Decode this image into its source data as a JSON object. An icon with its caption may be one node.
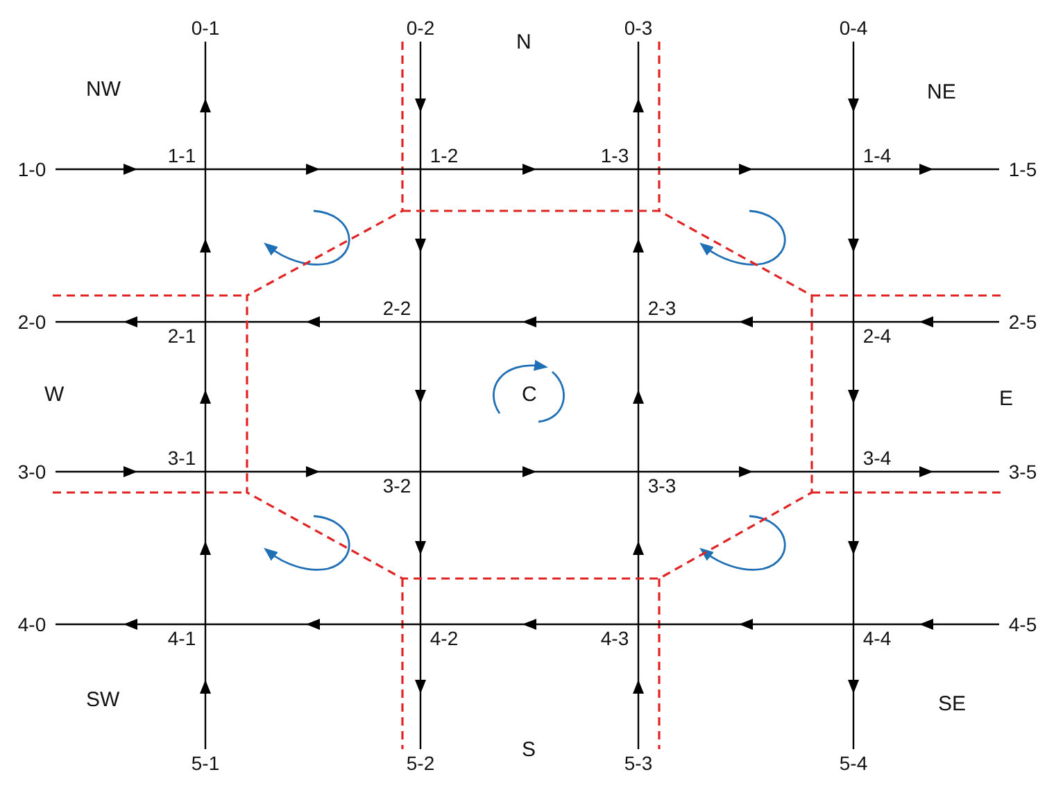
{
  "diagram": {
    "nodes": [
      {
        "text": [
          "0-1"
        ]
      },
      {
        "text": [
          "0-2"
        ]
      },
      {
        "text": [
          "0-3"
        ]
      },
      {
        "text": [
          "0-4"
        ]
      },
      {
        "text": [
          "1-0"
        ]
      },
      {
        "text": [
          "1-1"
        ]
      },
      {
        "text": [
          "1-2"
        ]
      },
      {
        "text": [
          "1-3"
        ]
      },
      {
        "text": [
          "1-4"
        ]
      },
      {
        "text": [
          "1-5"
        ]
      },
      {
        "text": [
          "C"
        ]
      },
      {
        "text": [
          "2-0"
        ]
      },
      {
        "text": [
          "2-1"
        ]
      },
      {
        "text": [
          "2-2"
        ],
        "in": 10
      },
      {
        "text": [
          "2-3"
        ],
        "in": 10
      },
      {
        "text": [
          "2-4"
        ]
      },
      {
        "text": [
          "2-5"
        ]
      },
      {
        "text": [
          "3-0"
        ]
      },
      {
        "text": [
          "3-1"
        ]
      },
      {
        "text": [
          "3-2"
        ],
        "in": 10
      },
      {
        "text": [
          "3-3"
        ],
        "in": 10
      },
      {
        "text": [
          "3-4"
        ]
      },
      {
        "text": [
          "3-5"
        ]
      },
      {
        "text": [
          "4-0"
        ]
      },
      {
        "text": [
          "4-1"
        ]
      },
      {
        "text": [
          "4-2"
        ]
      },
      {
        "text": [
          "4-3"
        ]
      },
      {
        "text": [
          "4-4"
        ]
      },
      {
        "text": [
          "4-5"
        ]
      },
      {
        "text": [
          "5-1"
        ]
      },
      {
        "text": [
          "5-2"
        ]
      },
      {
        "text": [
          "5-3"
        ]
      },
      {
        "text": [
          "5-4"
        ]
      }
    ],
    "edges": [
      {
        "from": 4,
        "to": 5,
        "arrow": "to"
      },
      {
        "from": 5,
        "to": 6,
        "arrow": "to"
      },
      {
        "from": 6,
        "to": 7,
        "arrow": "to"
      },
      {
        "from": 7,
        "to": 8,
        "arrow": "to"
      },
      {
        "from": 8,
        "to": 9,
        "arrow": "to"
      },
      {
        "from": 16,
        "to": 15,
        "arrow": "to"
      },
      {
        "from": 15,
        "to": 14,
        "arrow": "to"
      },
      {
        "from": 14,
        "to": 13,
        "arrow": "to"
      },
      {
        "from": 13,
        "to": 12,
        "arrow": "to"
      },
      {
        "from": 12,
        "to": 11,
        "arrow": "to"
      },
      {
        "from": 17,
        "to": 18,
        "arrow": "to"
      },
      {
        "from": 18,
        "to": 19,
        "arrow": "to"
      },
      {
        "from": 19,
        "to": 20,
        "arrow": "to"
      },
      {
        "from": 20,
        "to": 21,
        "arrow": "to"
      },
      {
        "from": 21,
        "to": 22,
        "arrow": "to"
      },
      {
        "from": 28,
        "to": 27,
        "arrow": "to"
      },
      {
        "from": 27,
        "to": 26,
        "arrow": "to"
      },
      {
        "from": 26,
        "to": 25,
        "arrow": "to"
      },
      {
        "from": 25,
        "to": 24,
        "arrow": "to"
      },
      {
        "from": 24,
        "to": 23,
        "arrow": "to"
      },
      {
        "from": 29,
        "to": 24,
        "arrow": "to"
      },
      {
        "from": 24,
        "to": 18,
        "arrow": "to"
      },
      {
        "from": 18,
        "to": 12,
        "arrow": "to"
      },
      {
        "from": 12,
        "to": 5,
        "arrow": "to"
      },
      {
        "from": 5,
        "to": 0,
        "arrow": "to"
      },
      {
        "from": 1,
        "to": 6,
        "arrow": "to"
      },
      {
        "from": 6,
        "to": 13,
        "arrow": "to"
      },
      {
        "from": 13,
        "to": 19,
        "arrow": "to"
      },
      {
        "from": 19,
        "to": 25,
        "arrow": "to"
      },
      {
        "from": 25,
        "to": 30,
        "arrow": "to"
      },
      {
        "from": 31,
        "to": 26,
        "arrow": "to"
      },
      {
        "from": 26,
        "to": 20,
        "arrow": "to"
      },
      {
        "from": 20,
        "to": 14,
        "arrow": "to"
      },
      {
        "from": 14,
        "to": 7,
        "arrow": "to"
      },
      {
        "from": 7,
        "to": 2,
        "arrow": "to"
      },
      {
        "from": 3,
        "to": 8,
        "arrow": "to"
      },
      {
        "from": 8,
        "to": 15,
        "arrow": "to"
      },
      {
        "from": 15,
        "to": 21,
        "arrow": "to"
      },
      {
        "from": 21,
        "to": 27,
        "arrow": "to"
      },
      {
        "from": 27,
        "to": 32,
        "arrow": "to"
      }
    ],
    "labels": [
      "N",
      "NW",
      "NE",
      "W",
      "E",
      "SW",
      "SE",
      "S"
    ]
  }
}
